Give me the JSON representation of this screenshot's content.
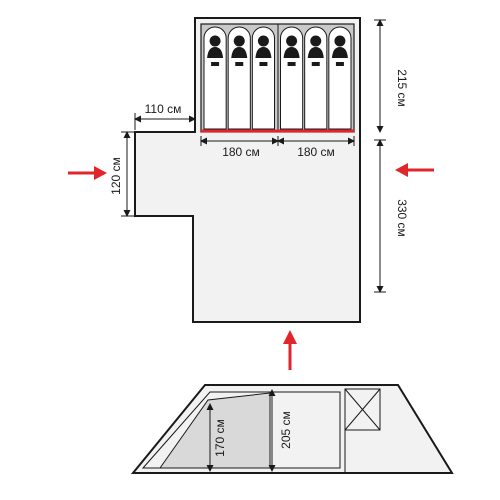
{
  "colors": {
    "outline": "#1a1a1a",
    "floor": "#f2f2f2",
    "inner_tent": "#c9c9c9",
    "sleeping_bag": "#ffffff",
    "side_panel": "#d9d9d9",
    "accent": "#e0252b",
    "arrow": "#e0252b"
  },
  "icons": {
    "sleeper": "person-silhouette-icon",
    "entrance_arrow": "arrow-icon"
  },
  "plan_view": {
    "sleeper_count": 6,
    "dimensions": {
      "vestibule_notch_width": "110 см",
      "vestibule_notch_height": "120 см",
      "bedroom_left_width": "180 см",
      "bedroom_right_width": "180 см",
      "bedroom_depth": "215 см",
      "vestibule_depth": "330 см"
    }
  },
  "side_view": {
    "dimensions": {
      "inner_height": "170 см",
      "peak_height": "205 см"
    }
  }
}
